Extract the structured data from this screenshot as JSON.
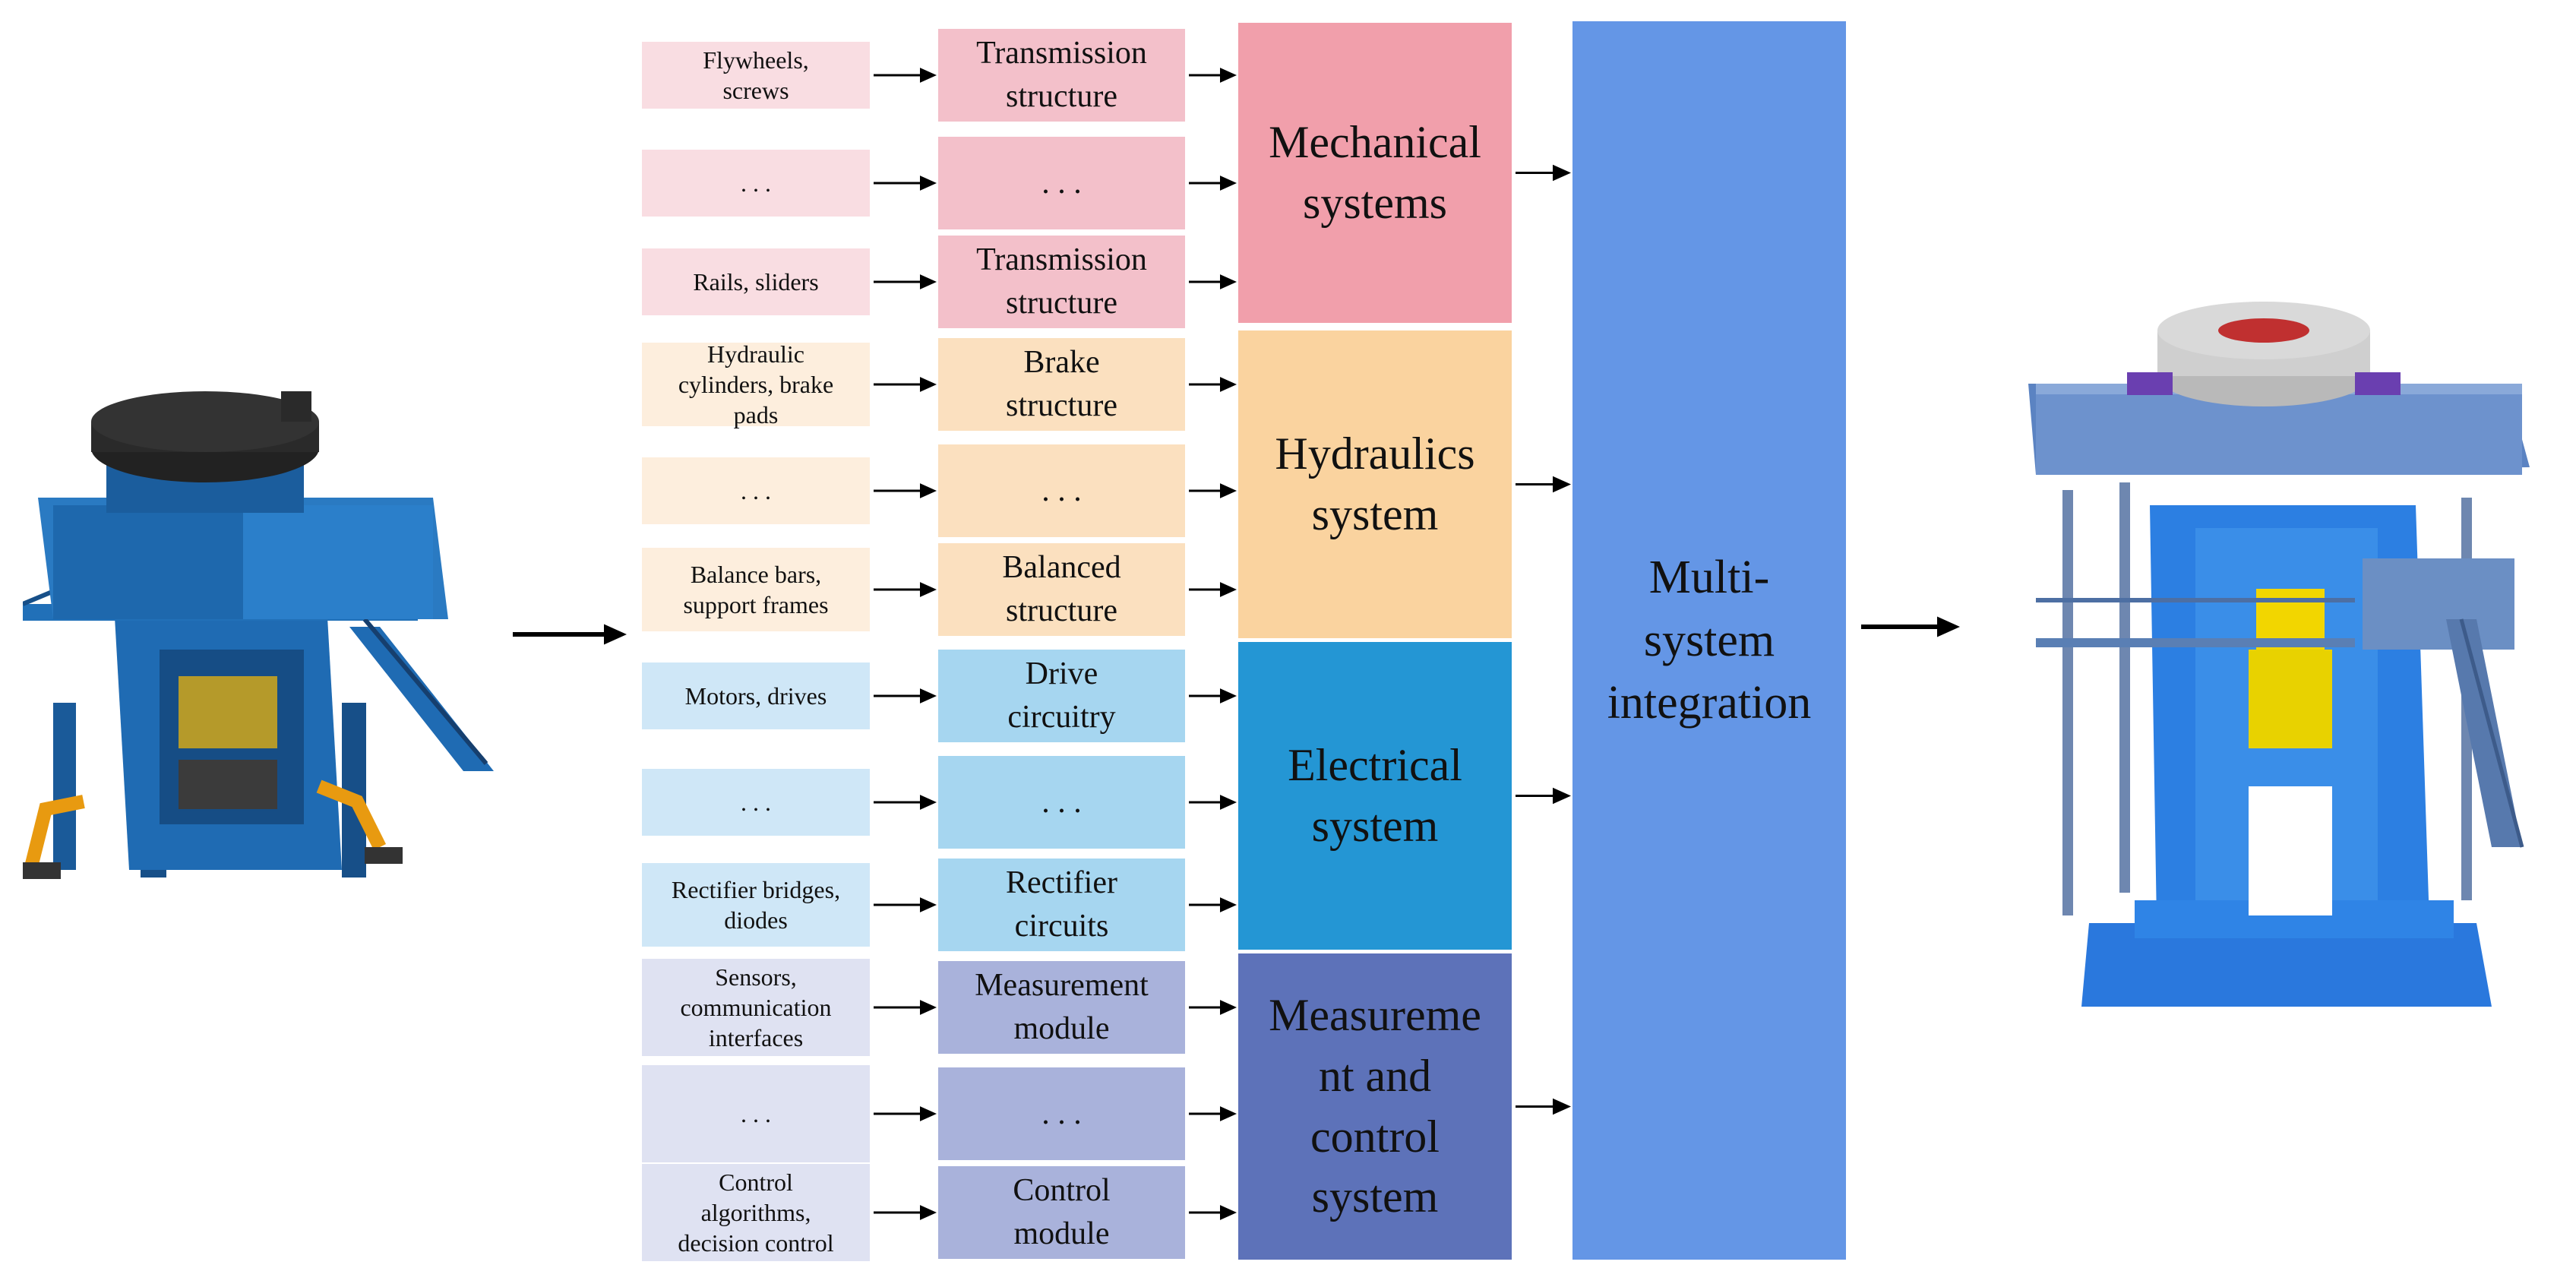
{
  "colors": {
    "mechanical_light": "#f9dde2",
    "mechanical_mid": "#f3c0ca",
    "mechanical_dark": "#f19fab",
    "hydraulics_light": "#fdeedd",
    "hydraulics_mid": "#fbe0bf",
    "hydraulics_dark": "#fad39f",
    "electrical_light": "#cfe7f7",
    "electrical_mid": "#a6d6f0",
    "electrical_dark": "#2496d4",
    "control_light": "#dfe2f2",
    "control_mid": "#a9b2db",
    "control_dark": "#5d72b9",
    "integration": "#6496e6",
    "machine_blue": "#1e6ab0",
    "machine_light_blue": "#2a7de0",
    "machine_yellow": "#f2d600"
  },
  "rows": [
    {
      "group": "mechanical",
      "component": "Flywheels,\nscrews",
      "structure": "Transmission\nstructure"
    },
    {
      "group": "mechanical",
      "component": ". . .",
      "structure": ". . ."
    },
    {
      "group": "mechanical",
      "component": "Rails, sliders",
      "structure": "Transmission\nstructure"
    },
    {
      "group": "hydraulics",
      "component": "Hydraulic\ncylinders, brake\npads",
      "structure": "Brake\nstructure"
    },
    {
      "group": "hydraulics",
      "component": ". . .",
      "structure": ". . ."
    },
    {
      "group": "hydraulics",
      "component": "Balance bars,\nsupport frames",
      "structure": "Balanced\nstructure"
    },
    {
      "group": "electrical",
      "component": "Motors, drives",
      "structure": "Drive\ncircuitry"
    },
    {
      "group": "electrical",
      "component": ". . .",
      "structure": ". . ."
    },
    {
      "group": "electrical",
      "component": "Rectifier bridges,\ndiodes",
      "structure": "Rectifier\ncircuits"
    },
    {
      "group": "control",
      "component": "Sensors,\ncommunication\ninterfaces",
      "structure": "Measurement\nmodule"
    },
    {
      "group": "control",
      "component": ". . .",
      "structure": ". . ."
    },
    {
      "group": "control",
      "component": "Control\nalgorithms,\ndecision control",
      "structure": "Control\nmodule"
    }
  ],
  "systems": [
    {
      "group": "mechanical",
      "label": "Mechanical\nsystems"
    },
    {
      "group": "hydraulics",
      "label": "Hydraulics\nsystem"
    },
    {
      "group": "electrical",
      "label": "Electrical\nsystem"
    },
    {
      "group": "control",
      "label": "Measureme\nnt and\ncontrol\nsystem"
    }
  ],
  "integration": {
    "label": "Multi-\nsystem\nintegration"
  }
}
